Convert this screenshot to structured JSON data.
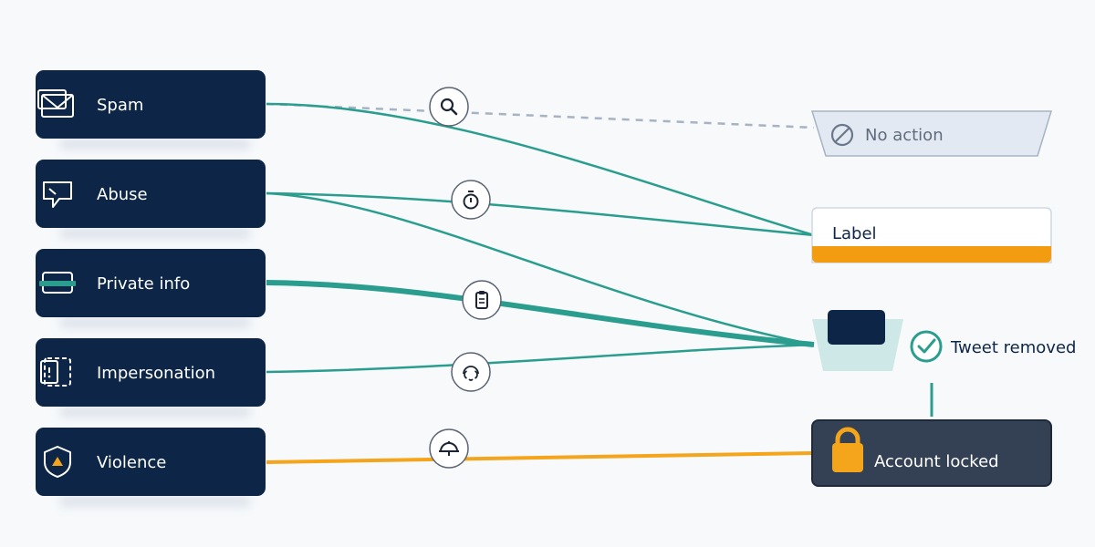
{
  "categories": [
    {
      "label": "Spam",
      "icon": "envelope-icon"
    },
    {
      "label": "Abuse",
      "icon": "speech-bubble-icon"
    },
    {
      "label": "Private info",
      "icon": "credit-card-icon"
    },
    {
      "label": "Impersonation",
      "icon": "id-card-icon"
    },
    {
      "label": "Violence",
      "icon": "shield-warning-icon"
    }
  ],
  "outcomes": {
    "no_action": {
      "label": "No action",
      "icon": "prohibited-icon"
    },
    "label": {
      "label": "Label"
    },
    "tweet_removed": {
      "label": "Tweet removed",
      "icon": "check-circle-icon"
    },
    "account_locked": {
      "label": "Account locked",
      "icon": "padlock-icon"
    }
  },
  "node_icons": [
    "magnifier-icon",
    "stopwatch-icon",
    "clipboard-icon",
    "fingerprint-icon",
    "alarm-bell-icon"
  ],
  "colors": {
    "category_box": "#0d2647",
    "teal": "#2a9d8f",
    "orange": "#f4a51c",
    "gray_dashed": "#a7b3c2",
    "label_bar": "#f39c12",
    "account_locked_box": "#344154",
    "no_action_fill": "#e3e9f2",
    "removed_bin": "#cde8e6",
    "background": "#f7f9fb"
  }
}
